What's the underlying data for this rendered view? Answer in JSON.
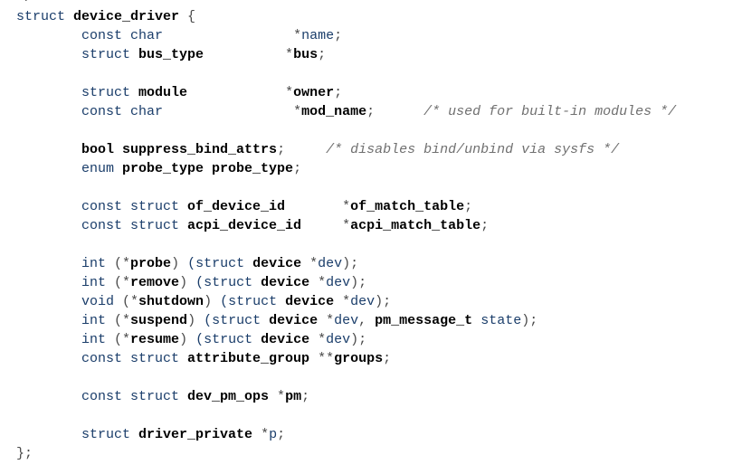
{
  "colors": {
    "background": "#ffffff",
    "keyword": "#1a3d6a",
    "identifier": "#000000",
    "plain": "#1a3d6a",
    "punctuation": "#4a4a4a",
    "comment": "#707070"
  },
  "code": {
    "lines": [
      [
        {
          "t": "pn",
          "v": "*/"
        }
      ],
      [
        {
          "t": "kw",
          "v": "struct "
        },
        {
          "t": "id",
          "v": "device_driver"
        },
        {
          "t": "pn",
          "v": " {"
        }
      ],
      [
        {
          "t": "kw",
          "v": "        const char                "
        },
        {
          "t": "pn",
          "v": "*"
        },
        {
          "t": "pl",
          "v": "name"
        },
        {
          "t": "pn",
          "v": ";"
        }
      ],
      [
        {
          "t": "kw",
          "v": "        struct "
        },
        {
          "t": "id",
          "v": "bus_type"
        },
        {
          "t": "pn",
          "v": "          *"
        },
        {
          "t": "id",
          "v": "bus"
        },
        {
          "t": "pn",
          "v": ";"
        }
      ],
      [],
      [
        {
          "t": "kw",
          "v": "        struct "
        },
        {
          "t": "id",
          "v": "module"
        },
        {
          "t": "pn",
          "v": "            *"
        },
        {
          "t": "id",
          "v": "owner"
        },
        {
          "t": "pn",
          "v": ";"
        }
      ],
      [
        {
          "t": "kw",
          "v": "        const char                "
        },
        {
          "t": "pn",
          "v": "*"
        },
        {
          "t": "id",
          "v": "mod_name"
        },
        {
          "t": "pn",
          "v": ";      "
        },
        {
          "t": "cm",
          "v": "/* used for built-in modules */"
        }
      ],
      [],
      [
        {
          "t": "kw",
          "v": "        "
        },
        {
          "t": "id",
          "v": "bool suppress_bind_attrs"
        },
        {
          "t": "pn",
          "v": ";     "
        },
        {
          "t": "cm",
          "v": "/* disables bind/unbind via sysfs */"
        }
      ],
      [
        {
          "t": "kw",
          "v": "        enum "
        },
        {
          "t": "id",
          "v": "probe_type probe_type"
        },
        {
          "t": "pn",
          "v": ";"
        }
      ],
      [],
      [
        {
          "t": "kw",
          "v": "        const struct "
        },
        {
          "t": "id",
          "v": "of_device_id"
        },
        {
          "t": "pn",
          "v": "       *"
        },
        {
          "t": "id",
          "v": "of_match_table"
        },
        {
          "t": "pn",
          "v": ";"
        }
      ],
      [
        {
          "t": "kw",
          "v": "        const struct "
        },
        {
          "t": "id",
          "v": "acpi_device_id"
        },
        {
          "t": "pn",
          "v": "     *"
        },
        {
          "t": "id",
          "v": "acpi_match_table"
        },
        {
          "t": "pn",
          "v": ";"
        }
      ],
      [],
      [
        {
          "t": "kw",
          "v": "        int "
        },
        {
          "t": "pn",
          "v": "(*"
        },
        {
          "t": "id",
          "v": "probe"
        },
        {
          "t": "pn",
          "v": ") "
        },
        {
          "t": "kw",
          "v": "(struct "
        },
        {
          "t": "id",
          "v": "device"
        },
        {
          "t": "pn",
          "v": " *"
        },
        {
          "t": "pl",
          "v": "dev"
        },
        {
          "t": "pn",
          "v": ");"
        }
      ],
      [
        {
          "t": "kw",
          "v": "        int "
        },
        {
          "t": "pn",
          "v": "(*"
        },
        {
          "t": "id",
          "v": "remove"
        },
        {
          "t": "pn",
          "v": ") "
        },
        {
          "t": "kw",
          "v": "(struct "
        },
        {
          "t": "id",
          "v": "device"
        },
        {
          "t": "pn",
          "v": " *"
        },
        {
          "t": "pl",
          "v": "dev"
        },
        {
          "t": "pn",
          "v": ");"
        }
      ],
      [
        {
          "t": "kw",
          "v": "        void "
        },
        {
          "t": "pn",
          "v": "(*"
        },
        {
          "t": "id",
          "v": "shutdown"
        },
        {
          "t": "pn",
          "v": ") "
        },
        {
          "t": "kw",
          "v": "(struct "
        },
        {
          "t": "id",
          "v": "device"
        },
        {
          "t": "pn",
          "v": " *"
        },
        {
          "t": "pl",
          "v": "dev"
        },
        {
          "t": "pn",
          "v": ");"
        }
      ],
      [
        {
          "t": "kw",
          "v": "        int "
        },
        {
          "t": "pn",
          "v": "(*"
        },
        {
          "t": "id",
          "v": "suspend"
        },
        {
          "t": "pn",
          "v": ") "
        },
        {
          "t": "kw",
          "v": "(struct "
        },
        {
          "t": "id",
          "v": "device"
        },
        {
          "t": "pn",
          "v": " *"
        },
        {
          "t": "pl",
          "v": "dev"
        },
        {
          "t": "pn",
          "v": ", "
        },
        {
          "t": "id",
          "v": "pm_message_t"
        },
        {
          "t": "pl",
          "v": " state"
        },
        {
          "t": "pn",
          "v": ");"
        }
      ],
      [
        {
          "t": "kw",
          "v": "        int "
        },
        {
          "t": "pn",
          "v": "(*"
        },
        {
          "t": "id",
          "v": "resume"
        },
        {
          "t": "pn",
          "v": ") "
        },
        {
          "t": "kw",
          "v": "(struct "
        },
        {
          "t": "id",
          "v": "device"
        },
        {
          "t": "pn",
          "v": " *"
        },
        {
          "t": "pl",
          "v": "dev"
        },
        {
          "t": "pn",
          "v": ");"
        }
      ],
      [
        {
          "t": "kw",
          "v": "        const struct "
        },
        {
          "t": "id",
          "v": "attribute_group"
        },
        {
          "t": "pn",
          "v": " **"
        },
        {
          "t": "id",
          "v": "groups"
        },
        {
          "t": "pn",
          "v": ";"
        }
      ],
      [],
      [
        {
          "t": "kw",
          "v": "        const struct "
        },
        {
          "t": "id",
          "v": "dev_pm_ops"
        },
        {
          "t": "pn",
          "v": " *"
        },
        {
          "t": "id",
          "v": "pm"
        },
        {
          "t": "pn",
          "v": ";"
        }
      ],
      [],
      [
        {
          "t": "kw",
          "v": "        struct "
        },
        {
          "t": "id",
          "v": "driver_private"
        },
        {
          "t": "pn",
          "v": " *"
        },
        {
          "t": "pl",
          "v": "p"
        },
        {
          "t": "pn",
          "v": ";"
        }
      ],
      [
        {
          "t": "pn",
          "v": "};"
        }
      ]
    ]
  }
}
